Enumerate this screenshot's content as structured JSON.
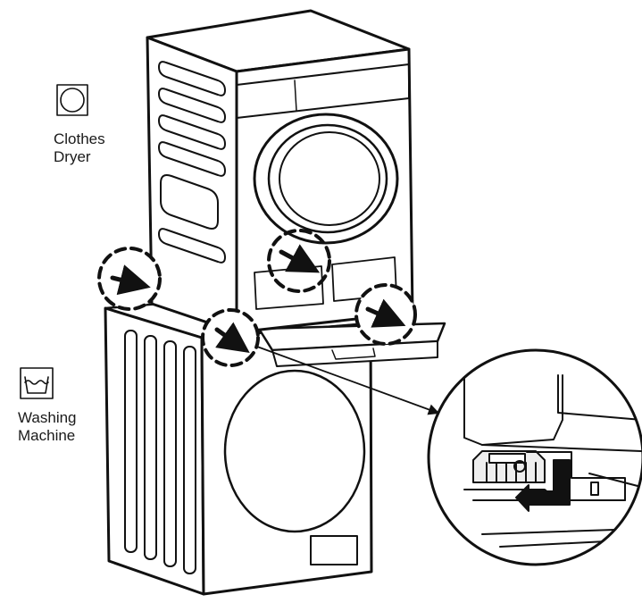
{
  "labels": {
    "dryer": {
      "line1": "Clothes",
      "line2": "Dryer",
      "icon": "tumble-dry-symbol-icon"
    },
    "washer": {
      "line1": "Washing",
      "line2": "Machine",
      "icon": "wash-tub-symbol-icon"
    }
  },
  "colors": {
    "line": "#111111",
    "fill": "#ffffff",
    "detail_fill": "#e8e8e8"
  }
}
